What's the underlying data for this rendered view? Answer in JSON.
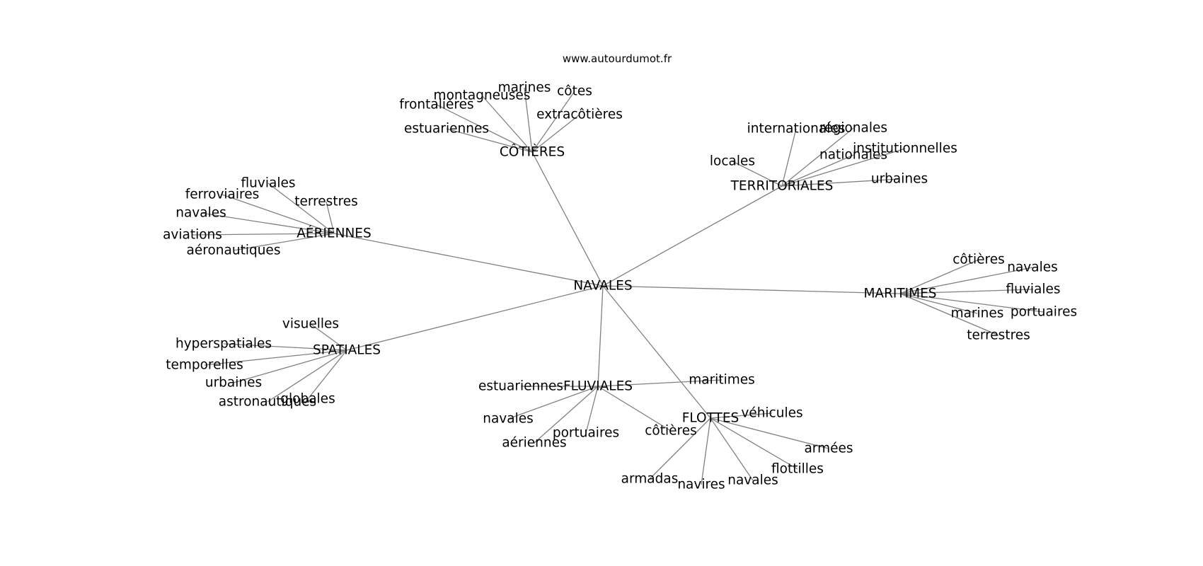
{
  "watermark": "www.autourdumot.fr",
  "root": {
    "id": "navales",
    "label": "NAVALES"
  },
  "hubs": [
    {
      "id": "cotieres",
      "label": "CÔTIÈRES",
      "leaves": [
        "estuariennes",
        "frontalières",
        "montagneuses",
        "marines",
        "côtes",
        "extracôtières"
      ]
    },
    {
      "id": "territoriales",
      "label": "TERRITORIALES",
      "leaves": [
        "locales",
        "internationales",
        "régionales",
        "institutionnelles",
        "nationales",
        "urbaines"
      ]
    },
    {
      "id": "aeriennes",
      "label": "AÉRIENNES",
      "leaves": [
        "fluviales",
        "ferroviaires",
        "navales",
        "terrestres",
        "aviations",
        "aéronautiques"
      ]
    },
    {
      "id": "maritimes",
      "label": "MARITIMES",
      "leaves": [
        "côtières",
        "navales",
        "fluviales",
        "portuaires",
        "marines",
        "terrestres"
      ]
    },
    {
      "id": "spatiales",
      "label": "SPATIALES",
      "leaves": [
        "visuelles",
        "hyperspatiales",
        "temporelles",
        "urbaines",
        "astronautiques",
        "globales"
      ]
    },
    {
      "id": "fluviales",
      "label": "FLUVIALES",
      "leaves": [
        "maritimes",
        "estuariennes",
        "navales",
        "aériennes",
        "portuaires",
        "côtières"
      ]
    },
    {
      "id": "flottes",
      "label": "FLOTTES",
      "leaves": [
        "véhicules",
        "armées",
        "flottilles",
        "navales",
        "navires",
        "armadas"
      ]
    }
  ]
}
